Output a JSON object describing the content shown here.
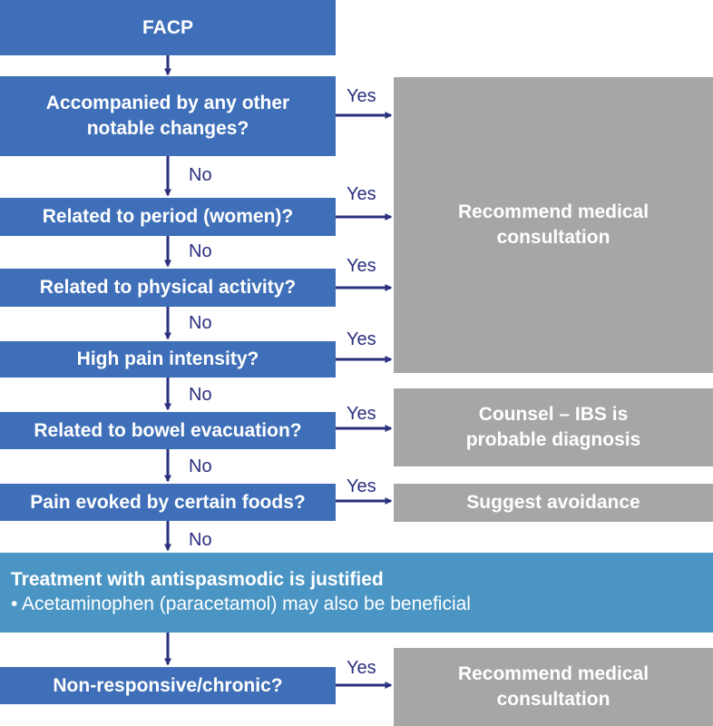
{
  "start": "FACP",
  "questions": [
    {
      "text": "Accompanied by any other notable changes?"
    },
    {
      "text": "Related to period (women)?"
    },
    {
      "text": "Related to physical activity?"
    },
    {
      "text": "High pain intensity?"
    },
    {
      "text": "Related to bowel evacuation?"
    },
    {
      "text": "Pain evoked by certain foods?"
    }
  ],
  "outcomes": {
    "consult_top": "Recommend medical consultation",
    "ibs": "Counsel – IBS is probable diagnosis",
    "avoid": "Suggest avoidance",
    "consult_bottom": "Recommend medical consultation"
  },
  "treatment": {
    "title": "Treatment with antispasmodic is justified",
    "bullet": "• Acetaminophen (paracetamol) may also be beneficial"
  },
  "final_question": "Non-responsive/chronic?",
  "labels": {
    "yes": "Yes",
    "no": "No"
  },
  "colors": {
    "question_box": "#3f6fb8",
    "outcome_box": "#a6a6a6",
    "treatment_box": "#4b95c4",
    "arrow": "#2a2f7e"
  }
}
